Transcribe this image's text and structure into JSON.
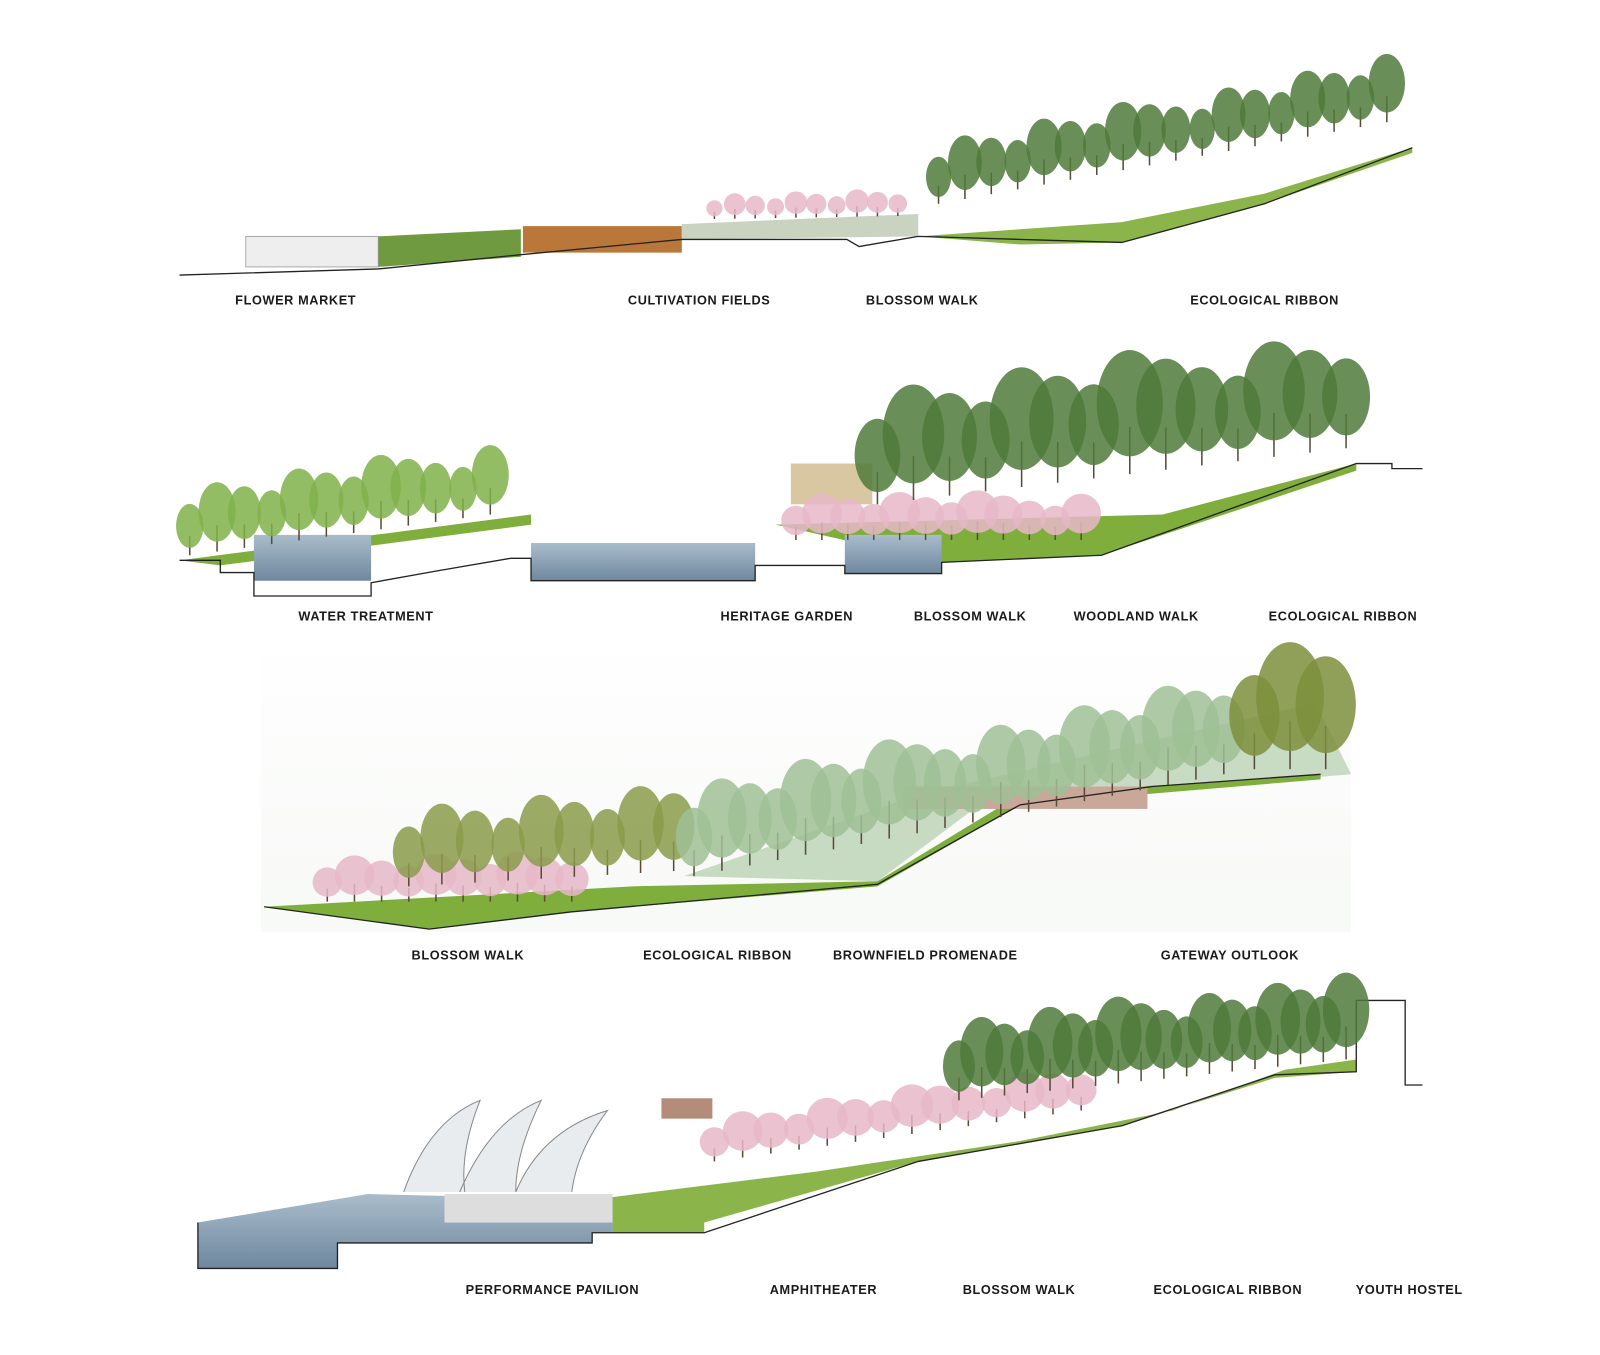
{
  "sections": [
    {
      "labels": [
        "FLOWER MARKET",
        "CULTIVATION FIELDS",
        "BLOSSOM WALK",
        "ECOLOGICAL RIBBON"
      ]
    },
    {
      "labels": [
        "WATER TREATMENT",
        "HERITAGE GARDEN",
        "BLOSSOM WALK",
        "WOODLAND WALK",
        "ECOLOGICAL RIBBON"
      ]
    },
    {
      "labels": [
        "BLOSSOM WALK",
        "ECOLOGICAL RIBBON",
        "BROWNFIELD PROMENADE",
        "GATEWAY OUTLOOK"
      ]
    },
    {
      "labels": [
        "PERFORMANCE PAVILION",
        "AMPHITHEATER",
        "BLOSSOM WALK",
        "ECOLOGICAL RIBBON",
        "YOUTH HOSTEL"
      ]
    }
  ],
  "colors": {
    "grass": "#7fae3c",
    "tree": "#4f7a3a",
    "blossom": "#e6b7c8",
    "water": "#8fa7bb",
    "field": "#b9773a"
  }
}
